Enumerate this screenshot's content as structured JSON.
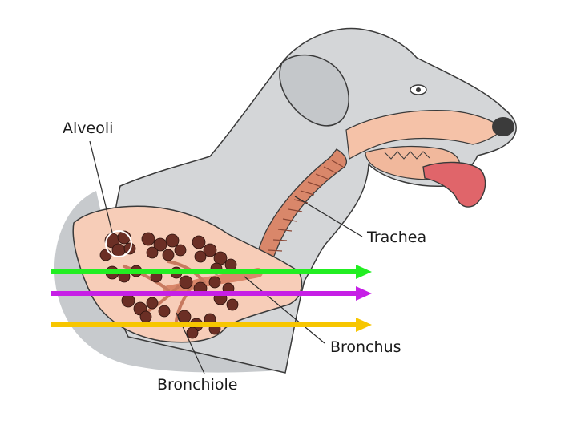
{
  "labels": {
    "alveoli": "Alveoli",
    "trachea": "Trachea",
    "bronchus": "Bronchus",
    "bronchiole": "Bronchiole"
  },
  "colors": {
    "background": "#ffffff",
    "dog_body": "#d4d6d8",
    "dog_shadow": "#b9bcbf",
    "outline": "#3a3a3a",
    "lung_tissue": "#f7cdb8",
    "alveoli_cluster": "#6b2f25",
    "trachea": "#d9876a",
    "tongue": "#e0656a",
    "arrow_green": "#22ee22",
    "arrow_purple": "#c61fe6",
    "arrow_yellow": "#f7c600"
  },
  "arrows": [
    {
      "name": "green-arrow",
      "color": "#22ee22"
    },
    {
      "name": "purple-arrow",
      "color": "#c61fe6"
    },
    {
      "name": "yellow-arrow",
      "color": "#f7c600"
    }
  ]
}
